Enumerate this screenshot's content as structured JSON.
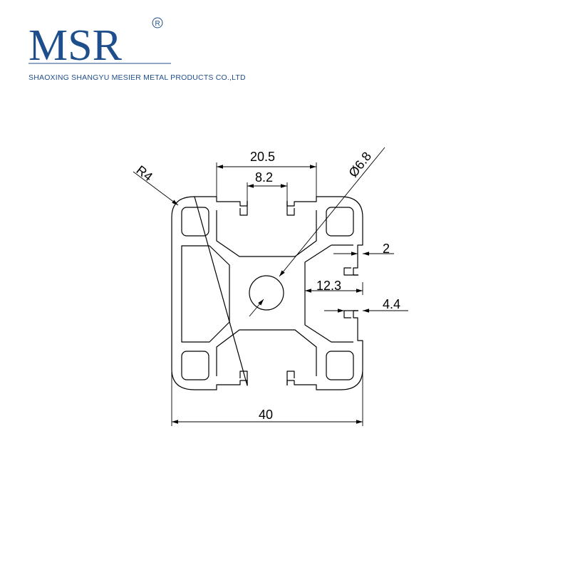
{
  "brand": {
    "logo_text": "MSR",
    "registered": "R",
    "company": "SHAOXING SHANGYU MESIER METAL PRODUCTS CO.,LTD",
    "color": "#1f4e8c"
  },
  "dimensions": {
    "radius": "R4",
    "slot_width": "20.5",
    "slot_opening": "8.2",
    "bore_diameter": "Ø6.8",
    "wall": "2",
    "slot_depth": "12.3",
    "lip": "4.4",
    "overall": "40"
  }
}
